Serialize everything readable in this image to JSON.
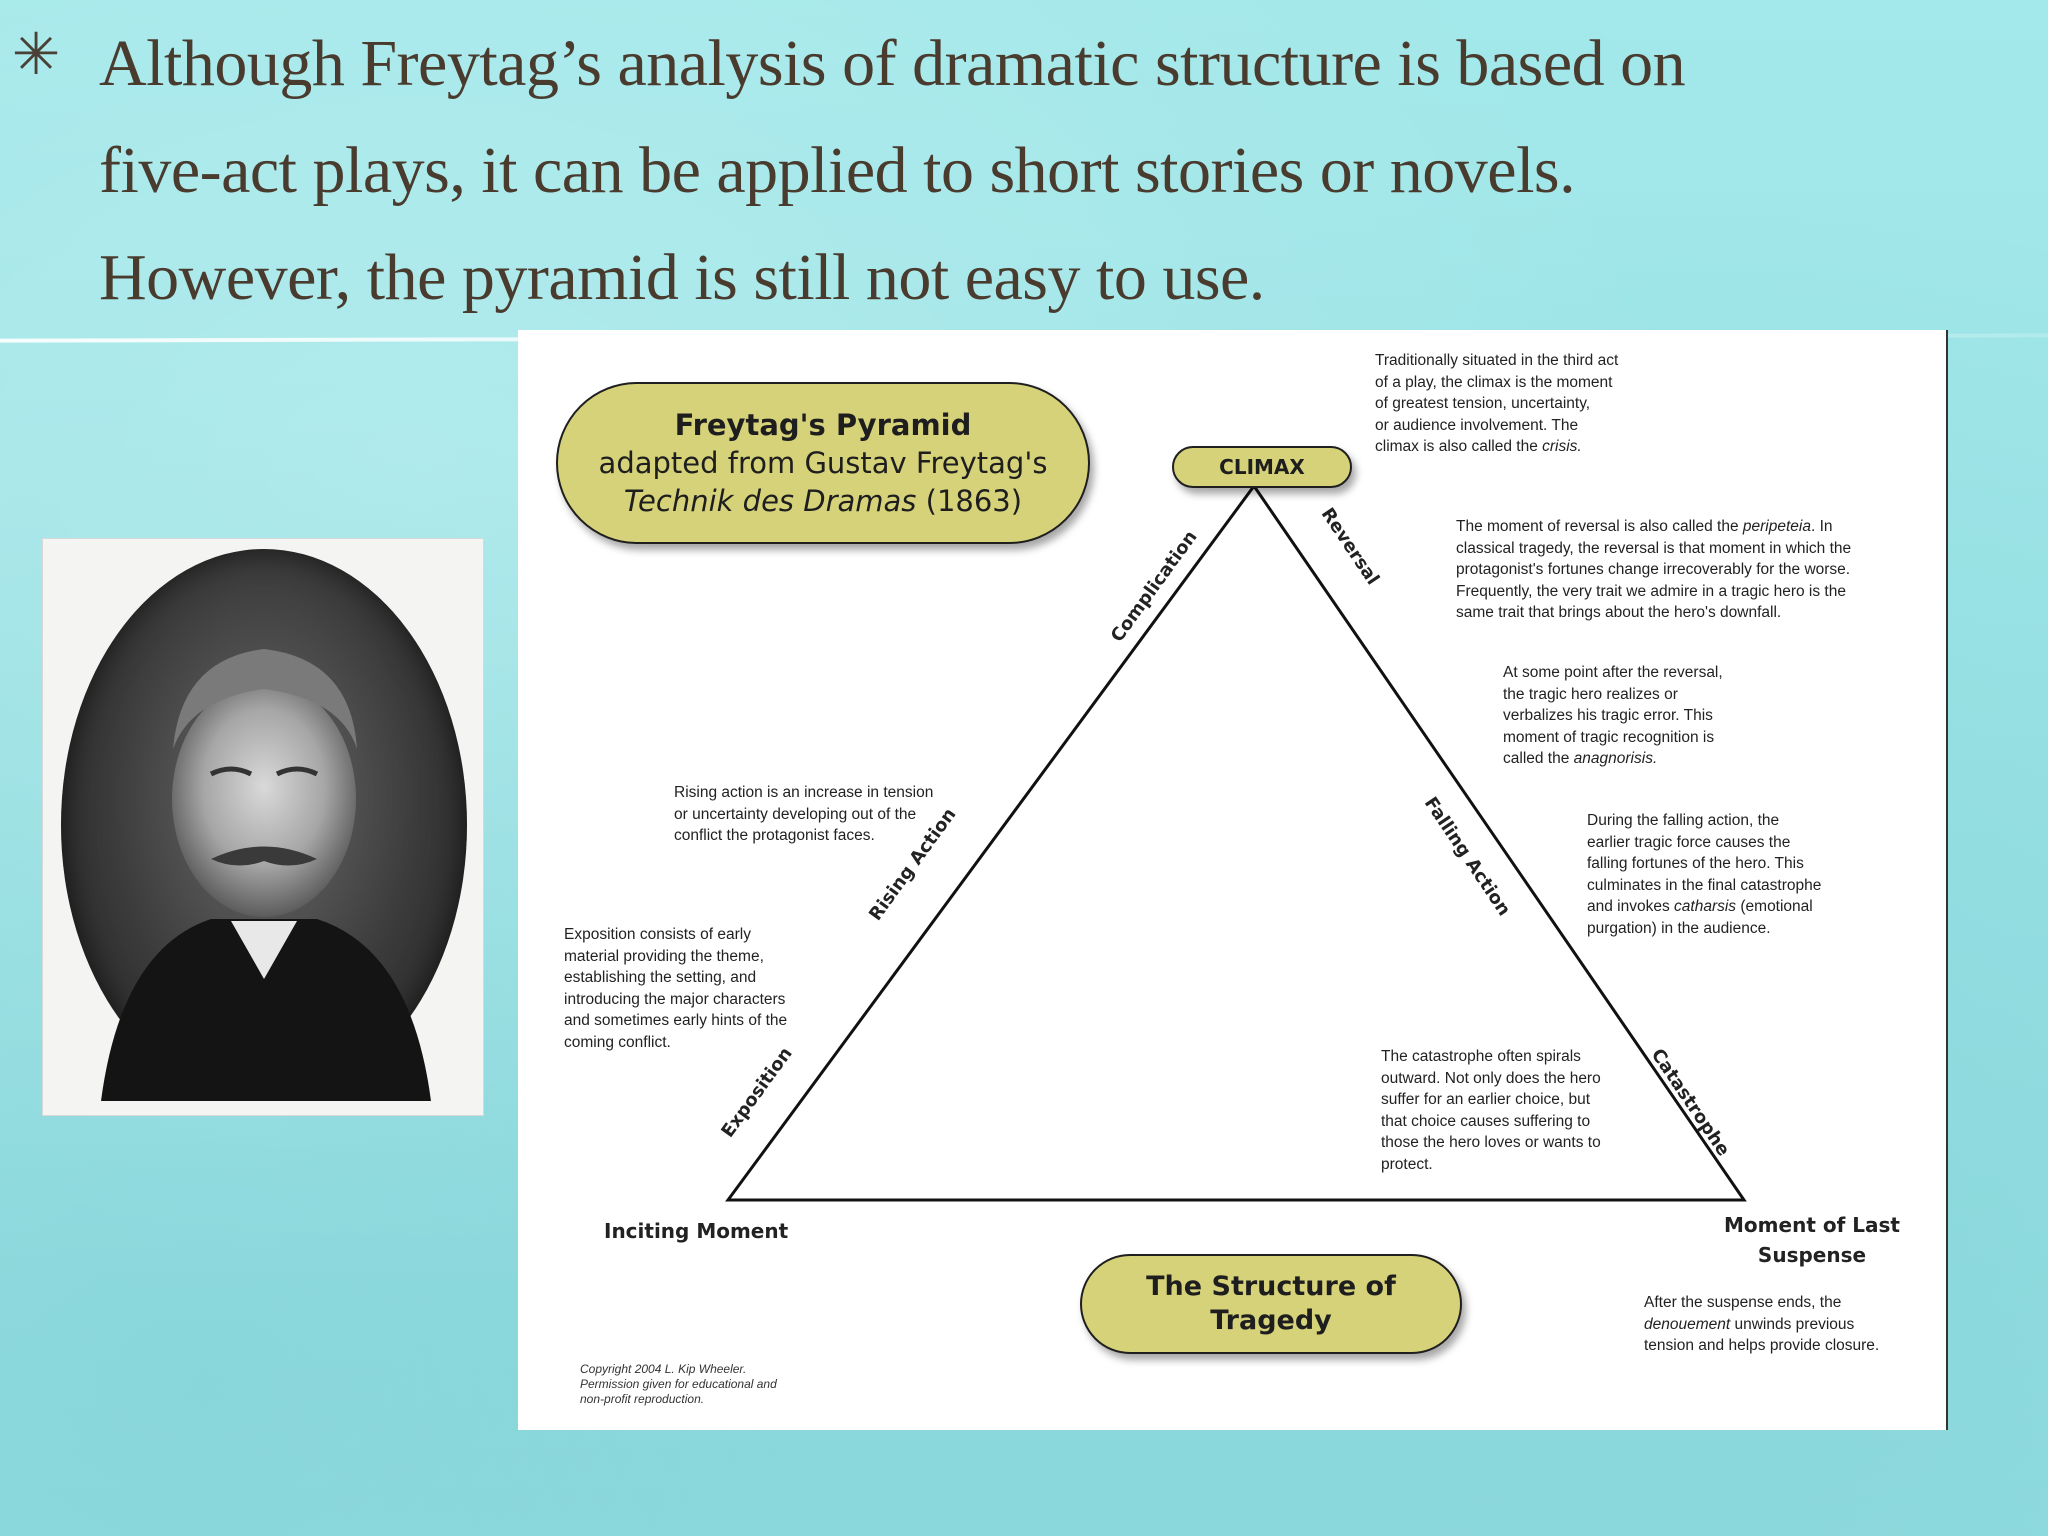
{
  "slide": {
    "bullet_glyph": "✳",
    "headline_lines": [
      "Although Freytag’s analysis of dramatic structure is based on",
      "five-act plays, it can be applied to short stories or novels.",
      "However, the pyramid is still not easy to use."
    ]
  },
  "diagram": {
    "title_pill": {
      "line1": "Freytag's Pyramid",
      "line2": "adapted from Gustav Freytag's",
      "line3_italic": "Technik des Dramas",
      "line3_rest": " (1863)"
    },
    "climax_label": "CLIMAX",
    "structure_pill": {
      "line1": "The Structure of",
      "line2": "Tragedy"
    },
    "side_labels": {
      "exposition": "Exposition",
      "rising_action": "Rising Action",
      "complication": "Complication",
      "reversal": "Reversal",
      "falling_action": "Falling Action",
      "catastrophe": "Catastrophe"
    },
    "end_labels": {
      "inciting_moment": "Inciting Moment",
      "last_suspense_1": "Moment of Last",
      "last_suspense_2": "Suspense"
    },
    "notes": {
      "climax": [
        "Traditionally situated in the third act",
        "of a play, the climax is the moment",
        "of greatest tension, uncertainty,",
        "or audience involvement. The",
        "climax is also called the "
      ],
      "climax_italic": "crisis.",
      "reversal": [
        "The moment of reversal is also called the ",
        "classical tragedy, the reversal is that moment in which the",
        "protagonist's fortunes change irrecoverably for the worse.",
        "Frequently, the very trait we admire in a tragic hero is the",
        "same trait that brings about the hero's downfall."
      ],
      "reversal_italic": "peripeteia",
      "reversal_after_italic": ". In",
      "anagnorisis": [
        "At some point after the reversal,",
        "the tragic hero realizes or",
        "verbalizes his tragic error. This",
        "moment of tragic recognition is",
        "called the "
      ],
      "anagnorisis_italic": "anagnorisis.",
      "rising": [
        "Rising action is an increase in tension",
        "or uncertainty developing out of the",
        "conflict the protagonist faces."
      ],
      "falling": [
        "During the falling action, the",
        "earlier tragic force causes the",
        "falling fortunes of the hero. This",
        "culminates in the final catastrophe",
        "and invokes "
      ],
      "falling_italic": "catharsis",
      "falling_after_italic": " (emotional",
      "falling_last": "purgation) in the audience.",
      "exposition": [
        "Exposition consists of early",
        "material providing the theme,",
        "establishing the setting, and",
        "introducing the major characters",
        "and sometimes early hints of the",
        "coming conflict."
      ],
      "catastrophe": [
        "The catastrophe often spirals",
        "outward. Not only does the hero",
        "suffer for an earlier choice, but",
        "that choice causes suffering to",
        "those the hero loves or wants to",
        "protect."
      ],
      "denouement_1": "After the suspense ends, the",
      "denouement_italic": "denouement",
      "denouement_rest": " unwinds previous",
      "denouement_3": "tension and helps provide closure."
    },
    "copyright": [
      "Copyright 2004 L. Kip Wheeler.",
      "Permission given for educational and",
      "non-profit reproduction."
    ]
  },
  "colors": {
    "background": "#9be4e6",
    "headline_text": "#4a3b2f",
    "pill_fill": "#d6d27a"
  }
}
